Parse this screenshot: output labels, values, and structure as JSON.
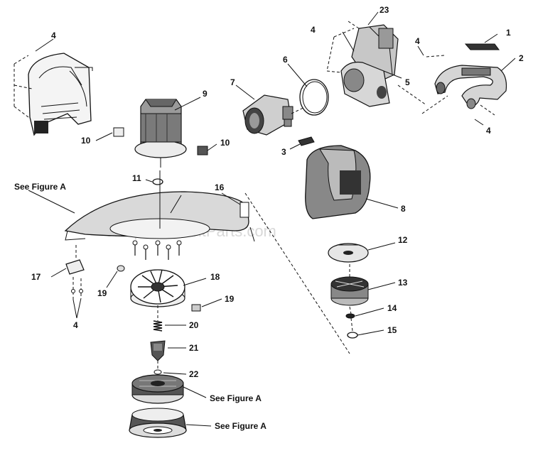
{
  "header_fragment": "...  ...",
  "watermark": "eReplacementParts.com",
  "callouts": [
    "1",
    "2",
    "3",
    "4",
    "5",
    "6",
    "7",
    "8",
    "9",
    "10",
    "11",
    "12",
    "13",
    "14",
    "15",
    "16",
    "17",
    "18",
    "19",
    "20",
    "21",
    "22",
    "23"
  ],
  "labels": {
    "l1": "1",
    "l2": "2",
    "l3": "3",
    "l4a": "4",
    "l4b": "4",
    "l4c": "4",
    "l4d": "4",
    "l4e": "4",
    "l5": "5",
    "l6": "6",
    "l7": "7",
    "l8": "8",
    "l9": "9",
    "l10a": "10",
    "l10b": "10",
    "l11": "11",
    "l12": "12",
    "l13": "13",
    "l14": "14",
    "l15": "15",
    "l16": "16",
    "l17": "17",
    "l18": "18",
    "l19a": "19",
    "l19b": "19",
    "l20": "20",
    "l21": "21",
    "l22": "22",
    "l23": "23"
  },
  "figure_refs": {
    "guard": "See Figure A",
    "spool": "See Figure A",
    "cap": "See Figure A"
  }
}
